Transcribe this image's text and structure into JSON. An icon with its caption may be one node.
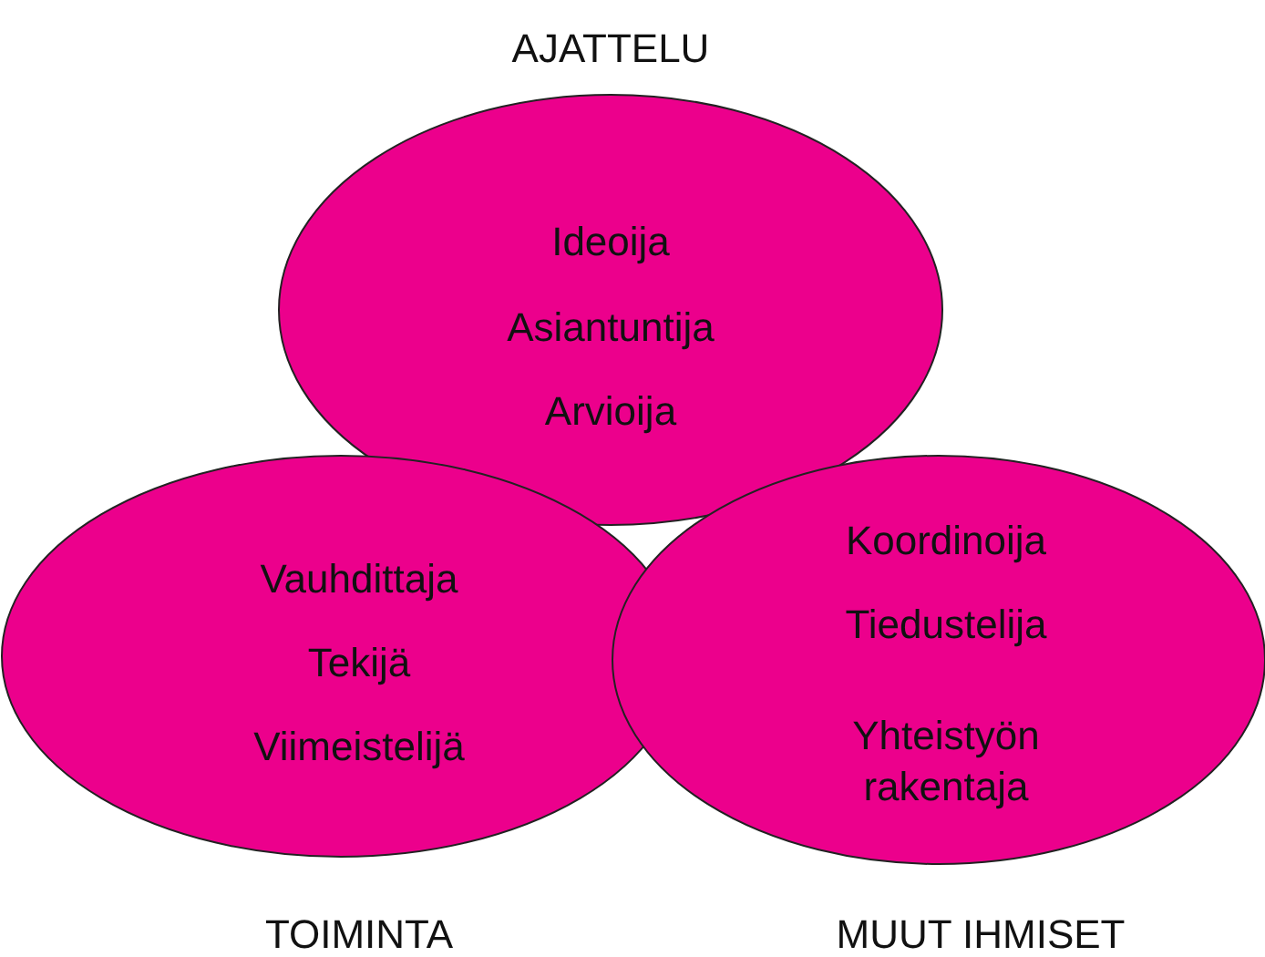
{
  "diagram": {
    "nodes": [
      {
        "text": [
          "AJATTELU",
          "Ideoija",
          "Asiantuntija",
          "Arvioija"
        ]
      },
      {
        "text": [
          "Vauhdittaja",
          "Tekijä",
          "Viimeistelijä",
          "TOIMINTA"
        ]
      },
      {
        "text": [
          "Koordinoija",
          "Tiedustelija",
          "Yhteistyön rakentaja",
          "MUUT IHMISET"
        ]
      }
    ]
  }
}
